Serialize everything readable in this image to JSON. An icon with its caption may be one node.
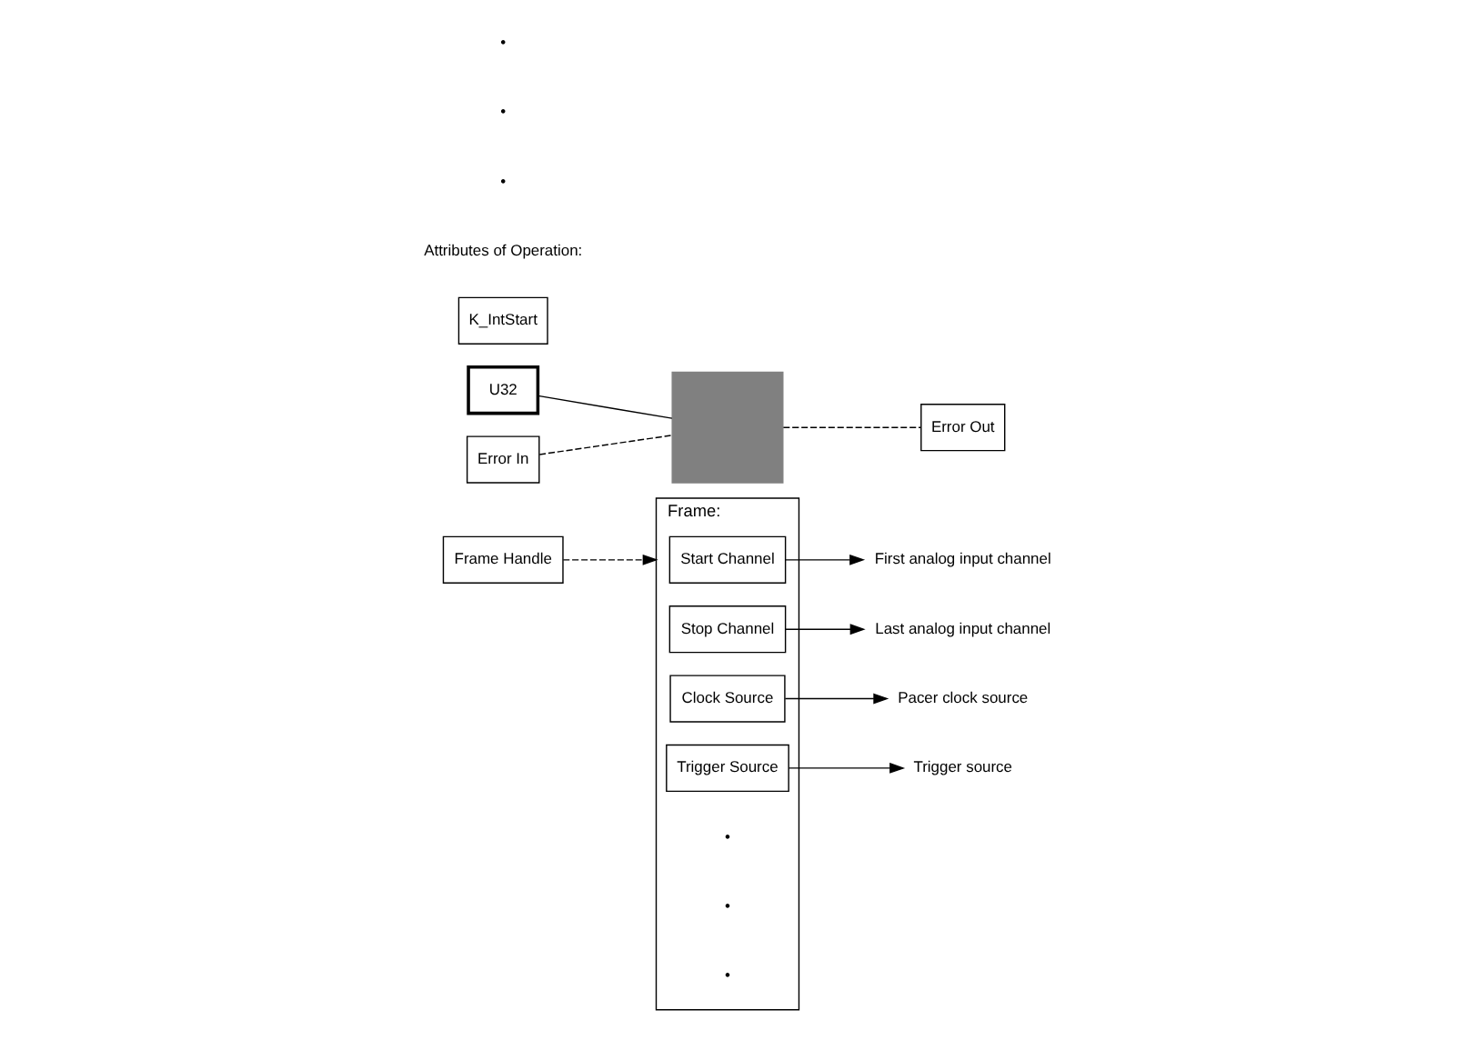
{
  "diagram": {
    "nodes": [
      {
        "text": [
          "Frame Handle"
        ]
      },
      {
        "text": [
          "U32"
        ]
      },
      {
        "text": [
          "K_IntStart"
        ]
      },
      {
        "text": [],
        "shape": "box"
      },
      {
        "text": [
          "Error In"
        ]
      },
      {
        "text": [
          "Error Out"
        ]
      },
      {
        "text": [
          "Frame:"
        ]
      },
      {
        "text": [
          "Start Channel"
        ],
        "in": 6
      },
      {
        "text": [
          "Stop Channel"
        ],
        "in": 6
      },
      {
        "text": [
          "Clock Source"
        ],
        "in": 6
      },
      {
        "text": [
          "Trigger Source"
        ],
        "in": 6
      },
      {
        "text": [
          "First analog input channel"
        ]
      },
      {
        "text": [
          "Last analog input channel"
        ]
      },
      {
        "text": [
          "Pacer clock source"
        ]
      },
      {
        "text": [
          "Trigger source"
        ]
      }
    ],
    "edges": [
      {
        "from": 1,
        "to": 3,
        "arrow": "none"
      },
      {
        "from": 4,
        "to": 3,
        "arrow": "none",
        "style": "dashed"
      },
      {
        "from": 3,
        "to": 5,
        "arrow": "none",
        "style": "dashed"
      },
      {
        "from": 0,
        "to": 6,
        "arrow": "to",
        "style": "dashed"
      },
      {
        "from": 7,
        "to": 11,
        "arrow": "to"
      },
      {
        "from": 8,
        "to": 12,
        "arrow": "to"
      },
      {
        "from": 9,
        "to": 13,
        "arrow": "to"
      },
      {
        "from": 10,
        "to": 14,
        "arrow": "to"
      }
    ],
    "labels": [
      "Attributes of Operation:",
      "•",
      "•",
      "•",
      "•",
      "•",
      "•"
    ]
  }
}
